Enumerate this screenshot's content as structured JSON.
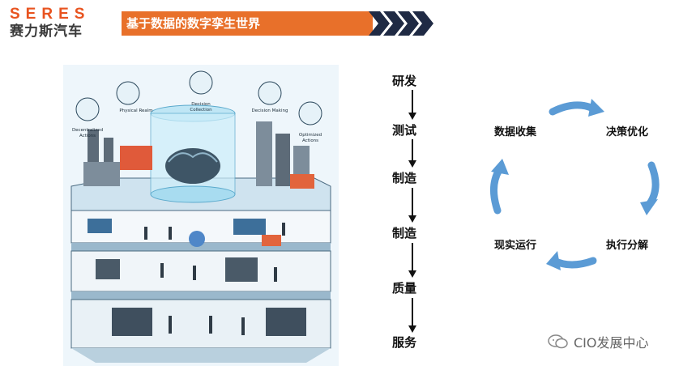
{
  "logo": {
    "en": "SERES",
    "cn": "赛力斯汽车"
  },
  "header": {
    "title": "基于数据的数字孪生世界"
  },
  "illustration": {
    "labels": {
      "decentralized": "Decentralized\nActions",
      "physical": "Physical Realm",
      "decision_collection": "Decision\nCollection",
      "decision_making": "Decision Making",
      "optimized": "Optimized\nActions"
    }
  },
  "flow": {
    "steps": [
      "研发",
      "测试",
      "制造",
      "制造",
      "质量",
      "服务"
    ]
  },
  "cycle": {
    "top_left": "数据收集",
    "top_right": "决策优化",
    "bottom_right": "执行分解",
    "bottom_left": "现实运行"
  },
  "watermark": {
    "text": "CIO发展中心"
  },
  "colors": {
    "brand_orange": "#e8531f",
    "title_bar": "#e8702a",
    "cycle_arrow": "#5b9bd5",
    "chevron_dark": "#1f2a44"
  }
}
